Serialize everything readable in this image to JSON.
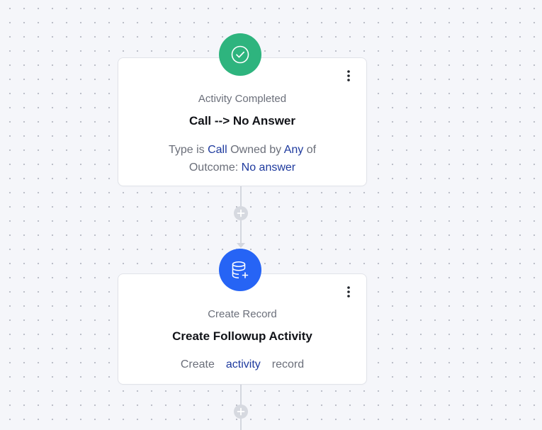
{
  "colors": {
    "trigger_icon_bg": "#2eb47e",
    "action_icon_bg": "#2664f5",
    "link": "#1e3a9e"
  },
  "nodes": [
    {
      "icon": "check-circle-icon",
      "subtitle": "Activity Completed",
      "title": "Call --> No Answer",
      "desc": {
        "p1": "Type is ",
        "v1": "Call",
        "p2": " Owned by ",
        "v2": "Any",
        "p3": " of",
        "p4": "Outcome: ",
        "v3": "No answer"
      }
    },
    {
      "icon": "database-add-icon",
      "subtitle": "Create Record",
      "title": "Create Followup Activity",
      "desc": {
        "p1": "Create",
        "v1": "activity",
        "p2": "record"
      }
    }
  ]
}
